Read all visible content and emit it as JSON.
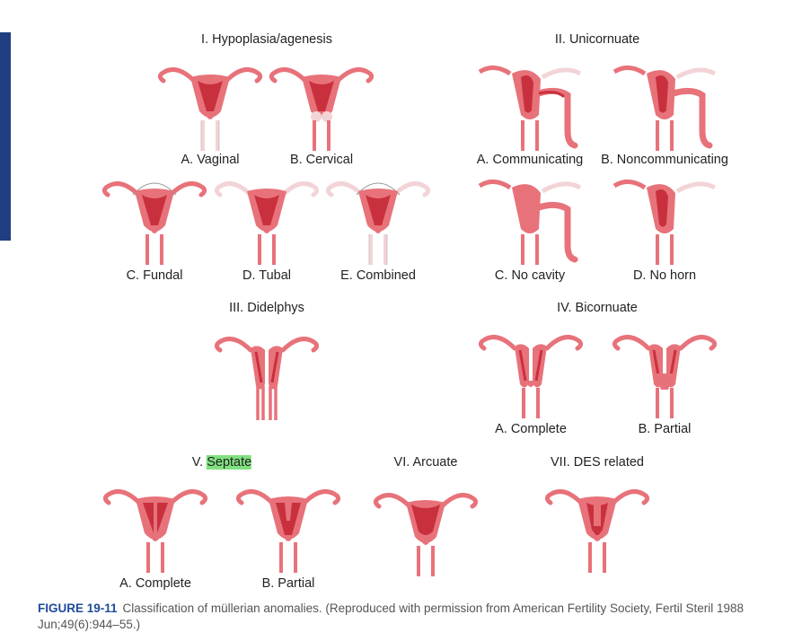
{
  "groups": {
    "g1": {
      "title": "I. Hypoplasia/agenesis"
    },
    "g2": {
      "title": "II. Unicornuate"
    },
    "g3": {
      "title": "III. Didelphys"
    },
    "g4": {
      "title": "IV. Bicornuate"
    },
    "g5": {
      "title_prefix": "V. ",
      "title_highlight": "Septate"
    },
    "g6": {
      "title": "VI. Arcuate"
    },
    "g7": {
      "title": "VII. DES related"
    }
  },
  "labels": {
    "vaginal": "A. Vaginal",
    "cervical": "B. Cervical",
    "fundal": "C. Fundal",
    "tubal": "D. Tubal",
    "combined": "E. Combined",
    "communicating": "A. Communicating",
    "noncommunicating": "B. Noncommunicating",
    "nocavity": "C. No cavity",
    "nohorn": "D. No horn",
    "bicomplete": "A. Complete",
    "bipartial": "B. Partial",
    "secomplete": "A. Complete",
    "separtial": "B. Partial"
  },
  "caption": {
    "number": "FIGURE 19-11",
    "text": "Classification of müllerian anomalies. (Reproduced with permission from American Fertility Society, Fertil Steril 1988 Jun;49(6):944–55.)"
  },
  "colors": {
    "tissue": "#e8727a",
    "cavity": "#c9303e",
    "pale": "#f3d4d6",
    "accent": "#1f3f80",
    "highlight": "#7fe07f"
  }
}
